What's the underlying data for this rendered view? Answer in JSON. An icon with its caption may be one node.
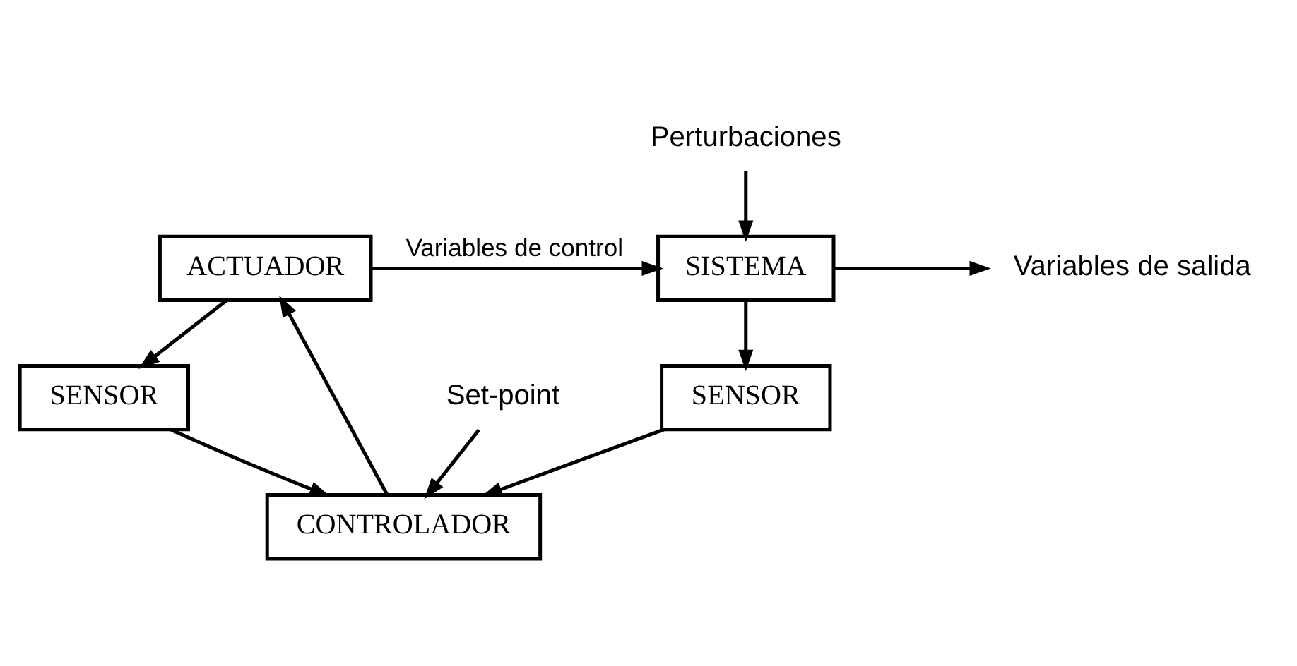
{
  "diagram": {
    "nodes": [
      {
        "text": [
          "SISTEMA"
        ]
      },
      {
        "text": [
          "ACTUADOR"
        ]
      },
      {
        "text": [
          "SENSOR"
        ]
      },
      {
        "text": [
          "SENSOR"
        ]
      },
      {
        "text": [
          "CONTROLADOR"
        ]
      },
      {
        "text": [
          "Perturbaciones"
        ]
      },
      {
        "text": [
          "Variables de salida"
        ]
      },
      {
        "text": [
          "Set-point"
        ]
      }
    ],
    "edges": [
      {
        "from": 5,
        "to": 0,
        "arrow": "to"
      },
      {
        "from": 1,
        "to": 0,
        "arrow": "to",
        "label": "Variables de control"
      },
      {
        "from": 1,
        "to": 2,
        "arrow": "to"
      },
      {
        "from": 0,
        "to": 6,
        "arrow": "to"
      },
      {
        "from": 0,
        "to": 3,
        "arrow": "to"
      },
      {
        "from": 2,
        "to": 4,
        "arrow": "to"
      },
      {
        "from": 3,
        "to": 4,
        "arrow": "to"
      },
      {
        "from": 4,
        "to": 1,
        "arrow": "to"
      },
      {
        "from": 7,
        "to": 4,
        "arrow": "to"
      }
    ]
  }
}
